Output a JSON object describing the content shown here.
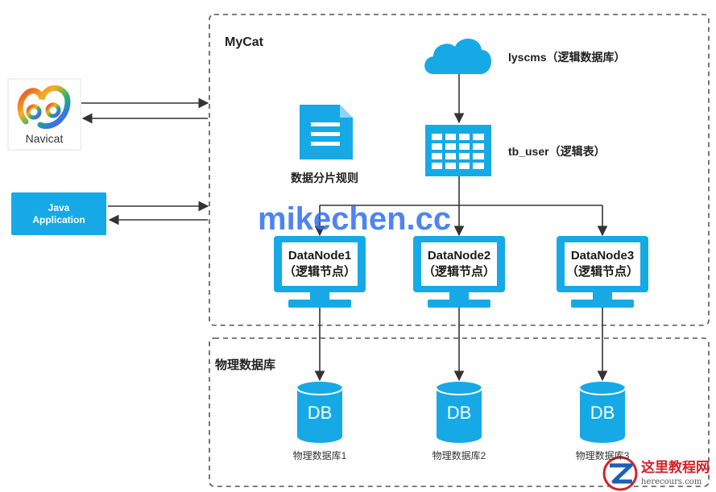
{
  "mycat": {
    "title": "MyCat"
  },
  "logical_db": {
    "label": "lyscms（逻辑数据库）"
  },
  "logical_table": {
    "label": "tb_user（逻辑表）"
  },
  "shard_rule": {
    "label": "数据分片规则"
  },
  "clients": {
    "navicat": {
      "label": "Navicat"
    },
    "java": {
      "line1": "Java",
      "line2": "Application"
    }
  },
  "data_nodes": [
    {
      "name": "DataNode1",
      "sub": "（逻辑节点）"
    },
    {
      "name": "DataNode2",
      "sub": "（逻辑节点）"
    },
    {
      "name": "DataNode3",
      "sub": "（逻辑节点）"
    }
  ],
  "physical": {
    "title": "物理数据库",
    "dbs": [
      {
        "icon_text": "DB",
        "caption": "物理数据库1"
      },
      {
        "icon_text": "DB",
        "caption": "物理数据库2"
      },
      {
        "icon_text": "DB",
        "caption": "物理数据库3"
      }
    ]
  },
  "watermark": "mikechen.cc",
  "site_logo": {
    "text": "这里教程网",
    "url": "herecours.com"
  },
  "colors": {
    "accent": "#16a9e6",
    "accent_dark": "#1497d3",
    "line": "#333333",
    "frame": "#555555"
  }
}
